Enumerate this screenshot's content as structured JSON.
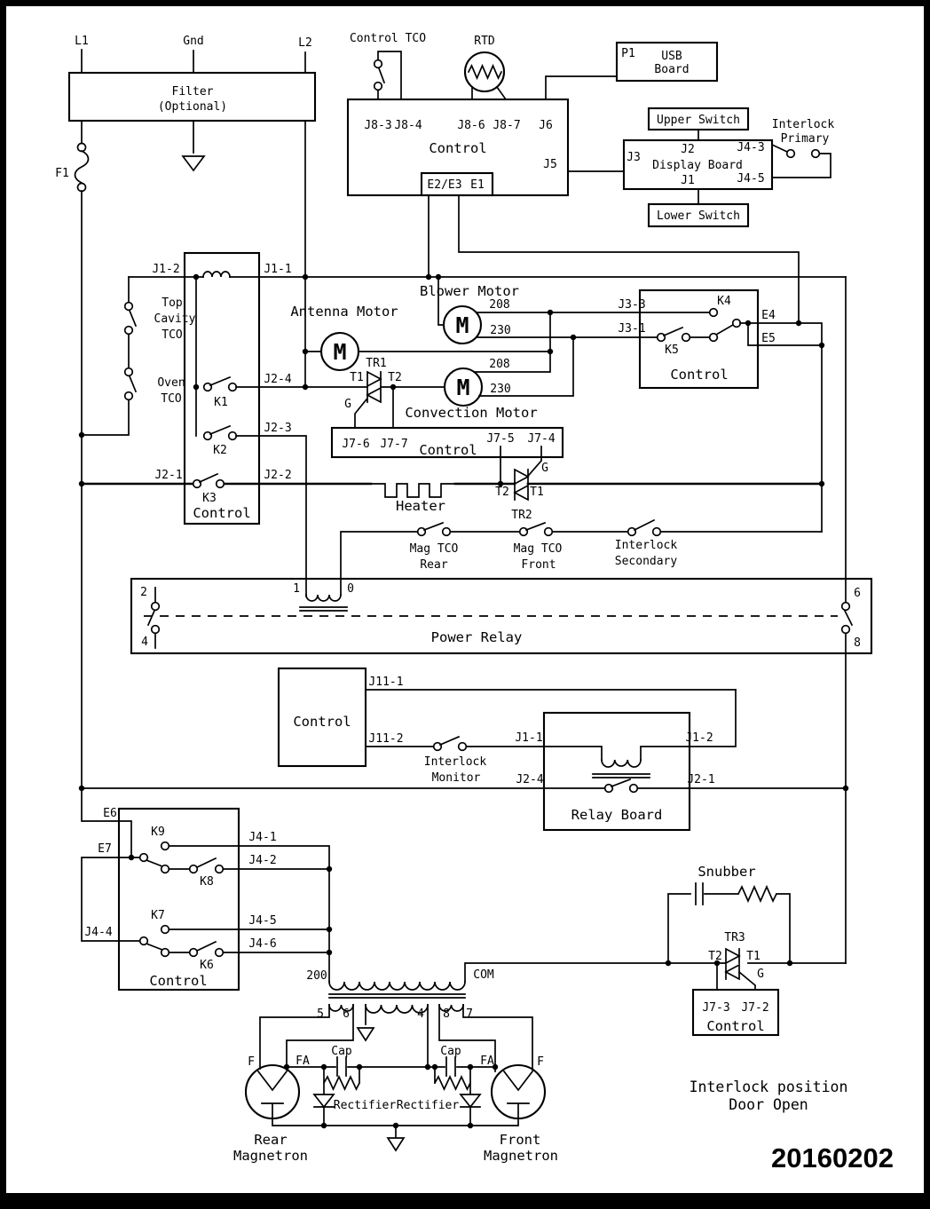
{
  "diagram": {
    "power_input": {
      "l1": "L1",
      "gnd": "Gnd",
      "l2": "L2",
      "fuse": "F1",
      "filter_line1": "Filter",
      "filter_line2": "(Optional)"
    },
    "control_board": {
      "name": "Control",
      "control_tco": "Control TCO",
      "rtd": "RTD",
      "j8_3": "J8-3",
      "j8_4": "J8-4",
      "j8_6": "J8-6",
      "j8_7": "J8-7",
      "j6": "J6",
      "j5": "J5",
      "e2_e3": "E2/E3",
      "e1": "E1"
    },
    "usb_board": {
      "p1": "P1",
      "line1": "USB",
      "line2": "Board"
    },
    "display_board": {
      "name": "Display Board",
      "upper_switch": "Upper Switch",
      "lower_switch": "Lower Switch",
      "j3": "J3",
      "j2": "J2",
      "j1": "J1",
      "j4_3": "J4-3",
      "j4_5": "J4-5",
      "interlock_primary_line1": "Interlock",
      "interlock_primary_line2": "Primary"
    },
    "relay_control": {
      "name": "Control",
      "j1_2": "J1-2",
      "j1_1": "J1-1",
      "k1": "K1",
      "k2": "K2",
      "k3": "K3",
      "j2_4": "J2-4",
      "j2_3": "J2-3",
      "j2_1": "J2-1",
      "j2_2": "J2-2"
    },
    "thermal_cutouts": {
      "top_cavity_line1": "Top",
      "top_cavity_line2": "Cavity",
      "top_cavity_line3": "TCO",
      "oven_line1": "Oven",
      "oven_line2": "TCO",
      "mag_rear_line1": "Mag TCO",
      "mag_rear_line2": "Rear",
      "mag_front_line1": "Mag TCO",
      "mag_front_line2": "Front",
      "interlock_secondary_line1": "Interlock",
      "interlock_secondary_line2": "Secondary"
    },
    "motors": {
      "blower": "Blower Motor",
      "antenna": "Antenna Motor",
      "convection": "Convection Motor",
      "m": "M",
      "v208": "208",
      "v230": "230"
    },
    "triacs": {
      "tr1": "TR1",
      "tr2": "TR2",
      "tr3": "TR3",
      "t1": "T1",
      "t2": "T2",
      "g": "G"
    },
    "heater_control": {
      "name": "Control",
      "j7_6": "J7-6",
      "j7_7": "J7-7",
      "j7_5": "J7-5",
      "j7_4": "J7-4",
      "heater": "Heater"
    },
    "fan_control": {
      "name": "Control",
      "j3_3": "J3-3",
      "j3_1": "J3-1",
      "k4": "K4",
      "k5": "K5",
      "e4": "E4",
      "e5": "E5"
    },
    "power_relay": {
      "name": "Power Relay",
      "t2": "2",
      "t4": "4",
      "t1": "1",
      "t0": "0",
      "t6": "6",
      "t8": "8"
    },
    "monitor_control": {
      "name": "Control",
      "j11_1": "J11-1",
      "j11_2": "J11-2",
      "interlock_monitor_line1": "Interlock",
      "interlock_monitor_line2": "Monitor"
    },
    "relay_board": {
      "name": "Relay Board",
      "j1_1": "J1-1",
      "j1_2": "J1-2",
      "j2_4": "J2-4",
      "j2_1": "J2-1"
    },
    "hv_control": {
      "name": "Control",
      "e6": "E6",
      "e7": "E7",
      "k9": "K9",
      "k8": "K8",
      "k7": "K7",
      "k6": "K6",
      "j4_1": "J4-1",
      "j4_2": "J4-2",
      "j4_4": "J4-4",
      "j4_5": "J4-5",
      "j4_6": "J4-6"
    },
    "transformer": {
      "tap_200": "200",
      "com": "COM",
      "s5": "5",
      "s6": "6",
      "s4": "4",
      "s8": "8",
      "s7": "7"
    },
    "hv_circuit": {
      "name": "Control",
      "snubber": "Snubber",
      "j7_3": "J7-3",
      "j7_2": "J7-2",
      "cap": "Cap",
      "rectifier": "Rectifier",
      "f": "F",
      "fa": "FA",
      "rear_line1": "Rear",
      "rear_line2": "Magnetron",
      "front_line1": "Front",
      "front_line2": "Magnetron"
    },
    "annotation": {
      "line1": "Interlock position",
      "line2": "Door Open",
      "doc_number": "20160202"
    }
  }
}
